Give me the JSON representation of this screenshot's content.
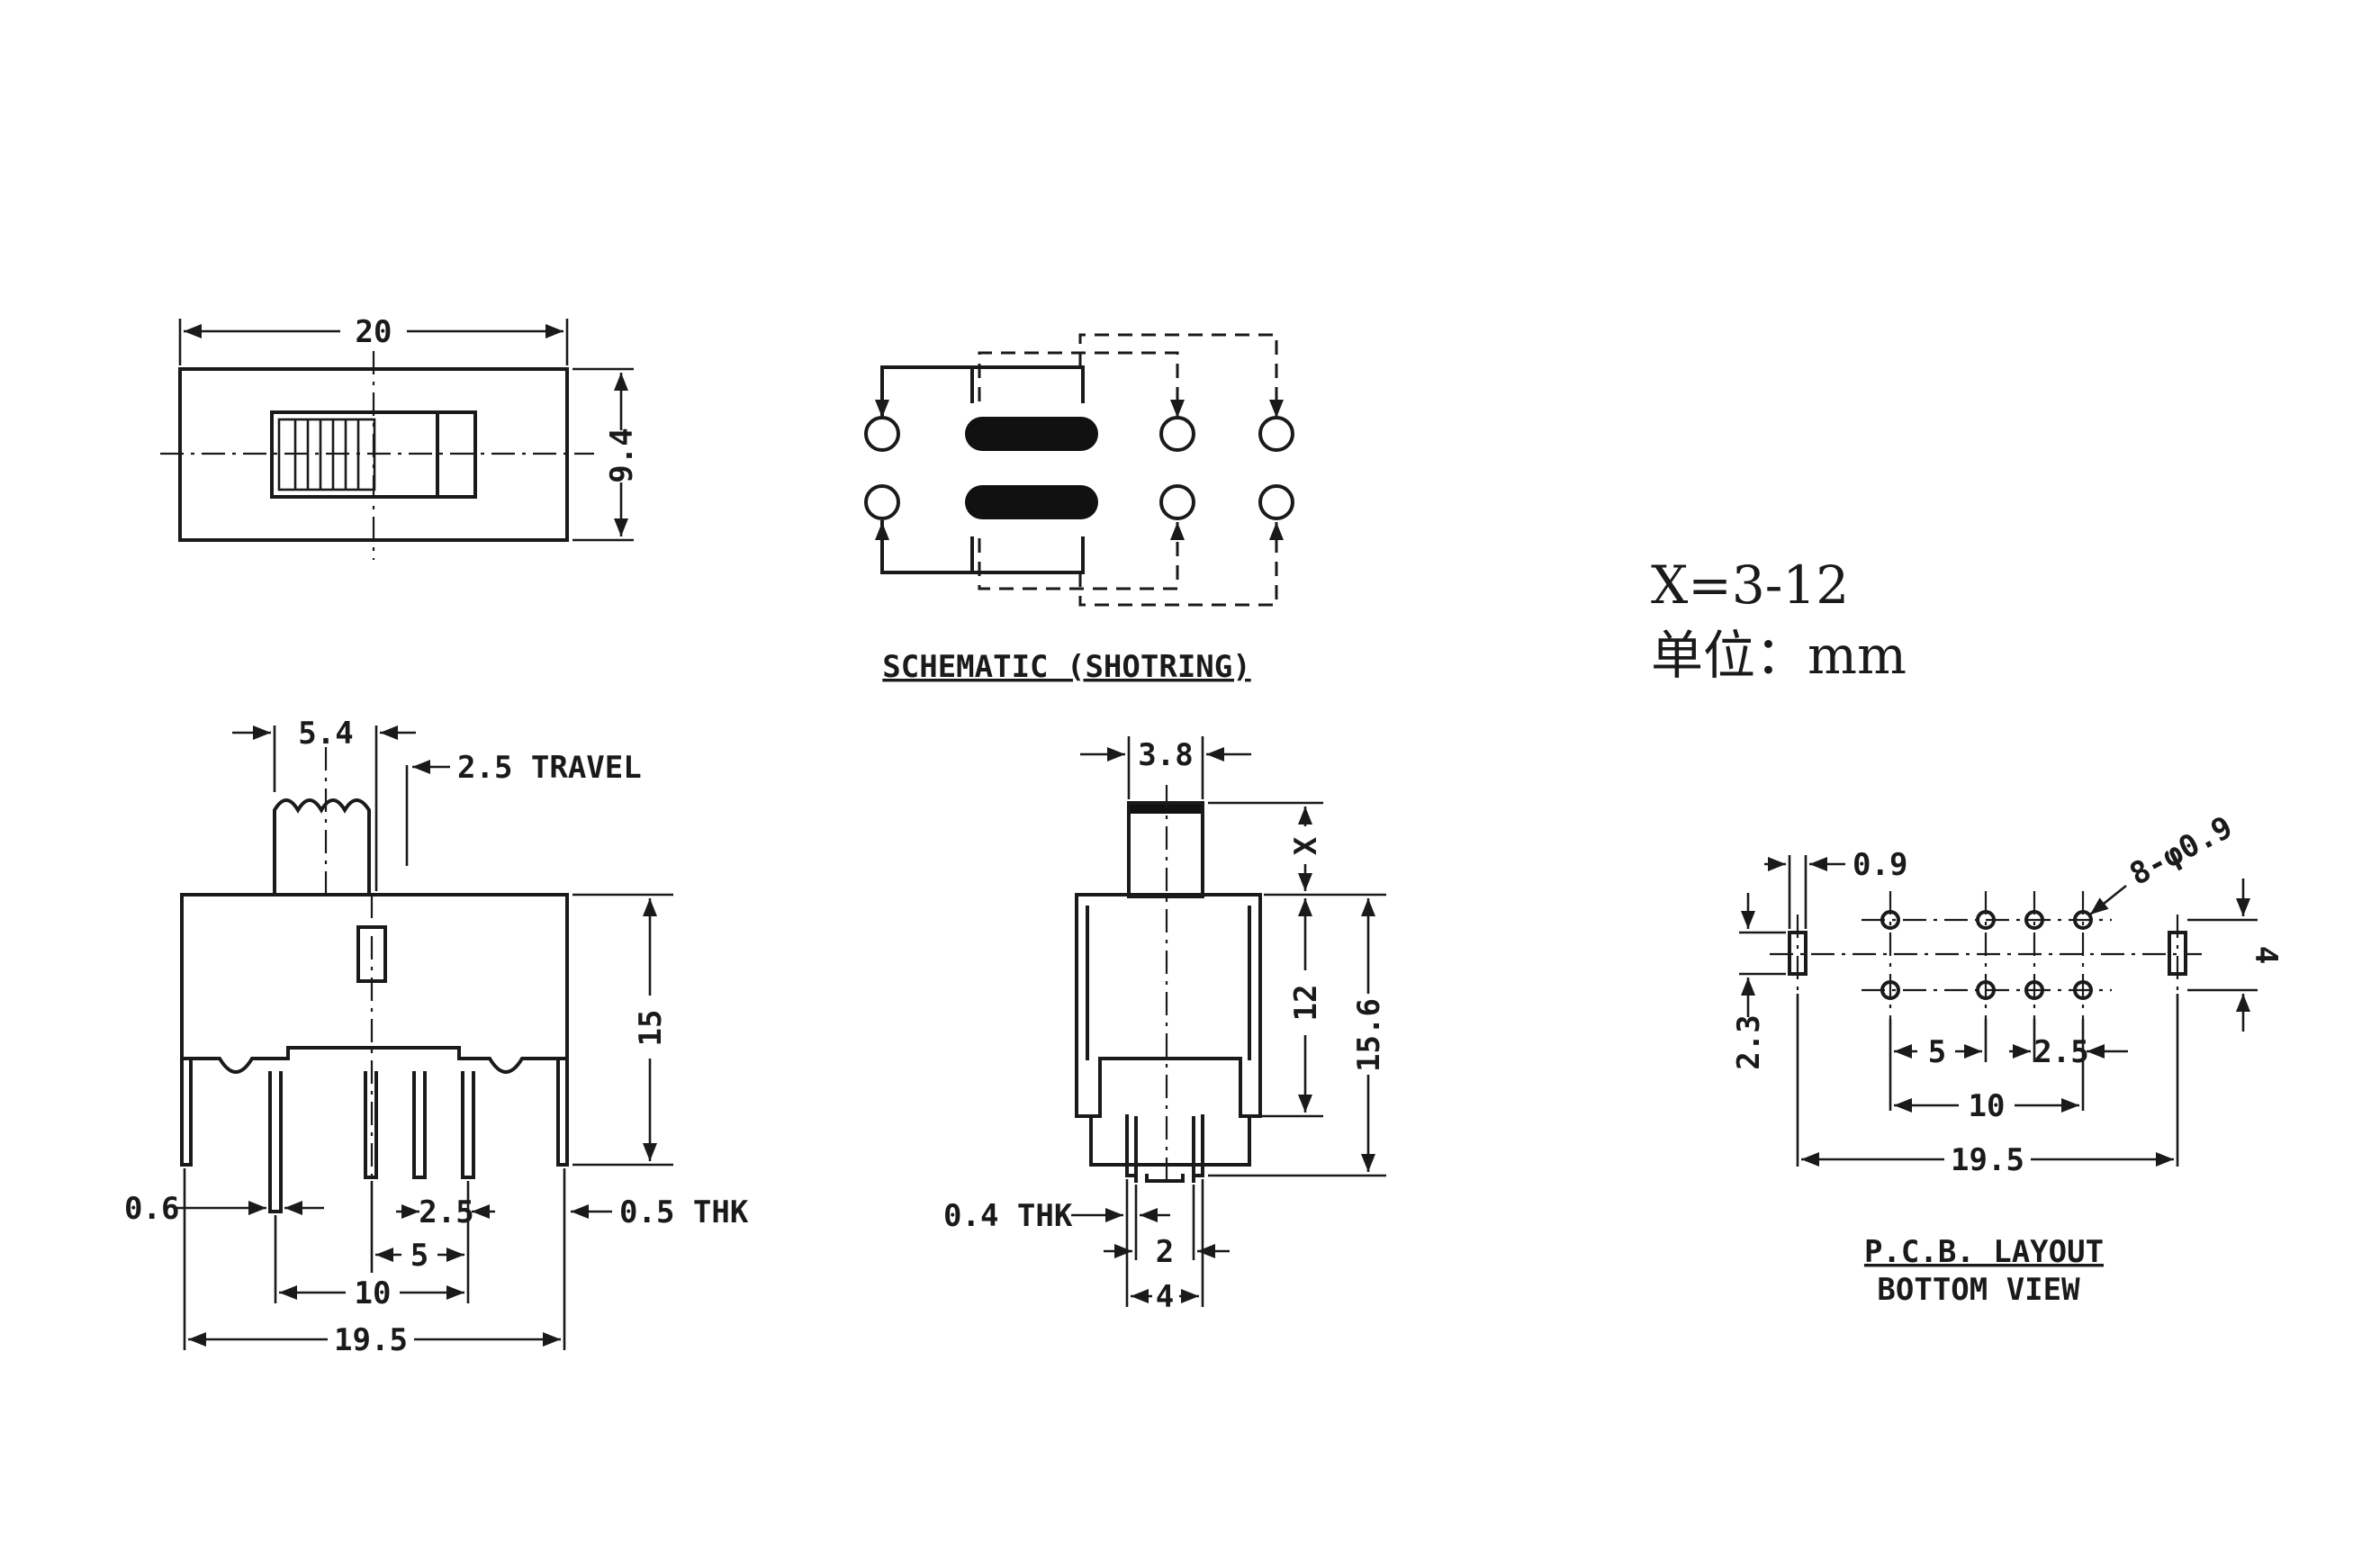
{
  "top_view": {
    "width_label": "20",
    "height_label": "9.4"
  },
  "schematic": {
    "title": "SCHEMATIC (SHOTRING)"
  },
  "side_view": {
    "actuator_width": "5.4",
    "travel": "2.5 TRAVEL",
    "height": "15",
    "pin_width": "0.6",
    "pin_thickness": "0.5 THK",
    "pitch_small": "2.5",
    "pitch": "5",
    "span_inner": "10",
    "span_outer": "19.5"
  },
  "end_view": {
    "top_width": "3.8",
    "actuator_height": "X",
    "body_height": "12",
    "total_height": "15.6",
    "pin_thickness": "0.4 THK",
    "pin_gap": "2",
    "pin_span": "4"
  },
  "notes": {
    "x_range": "X=3-12",
    "unit": "单位：mm"
  },
  "pcb": {
    "slot_width": "0.9",
    "holes": "8-φ0.9",
    "row_spacing": "4",
    "slot_length": "2.3",
    "pitch": "5",
    "pitch_small": "2.5",
    "span_inner": "10",
    "span_outer": "19.5",
    "title": "P.C.B. LAYOUT",
    "subtitle": "BOTTOM VIEW"
  }
}
